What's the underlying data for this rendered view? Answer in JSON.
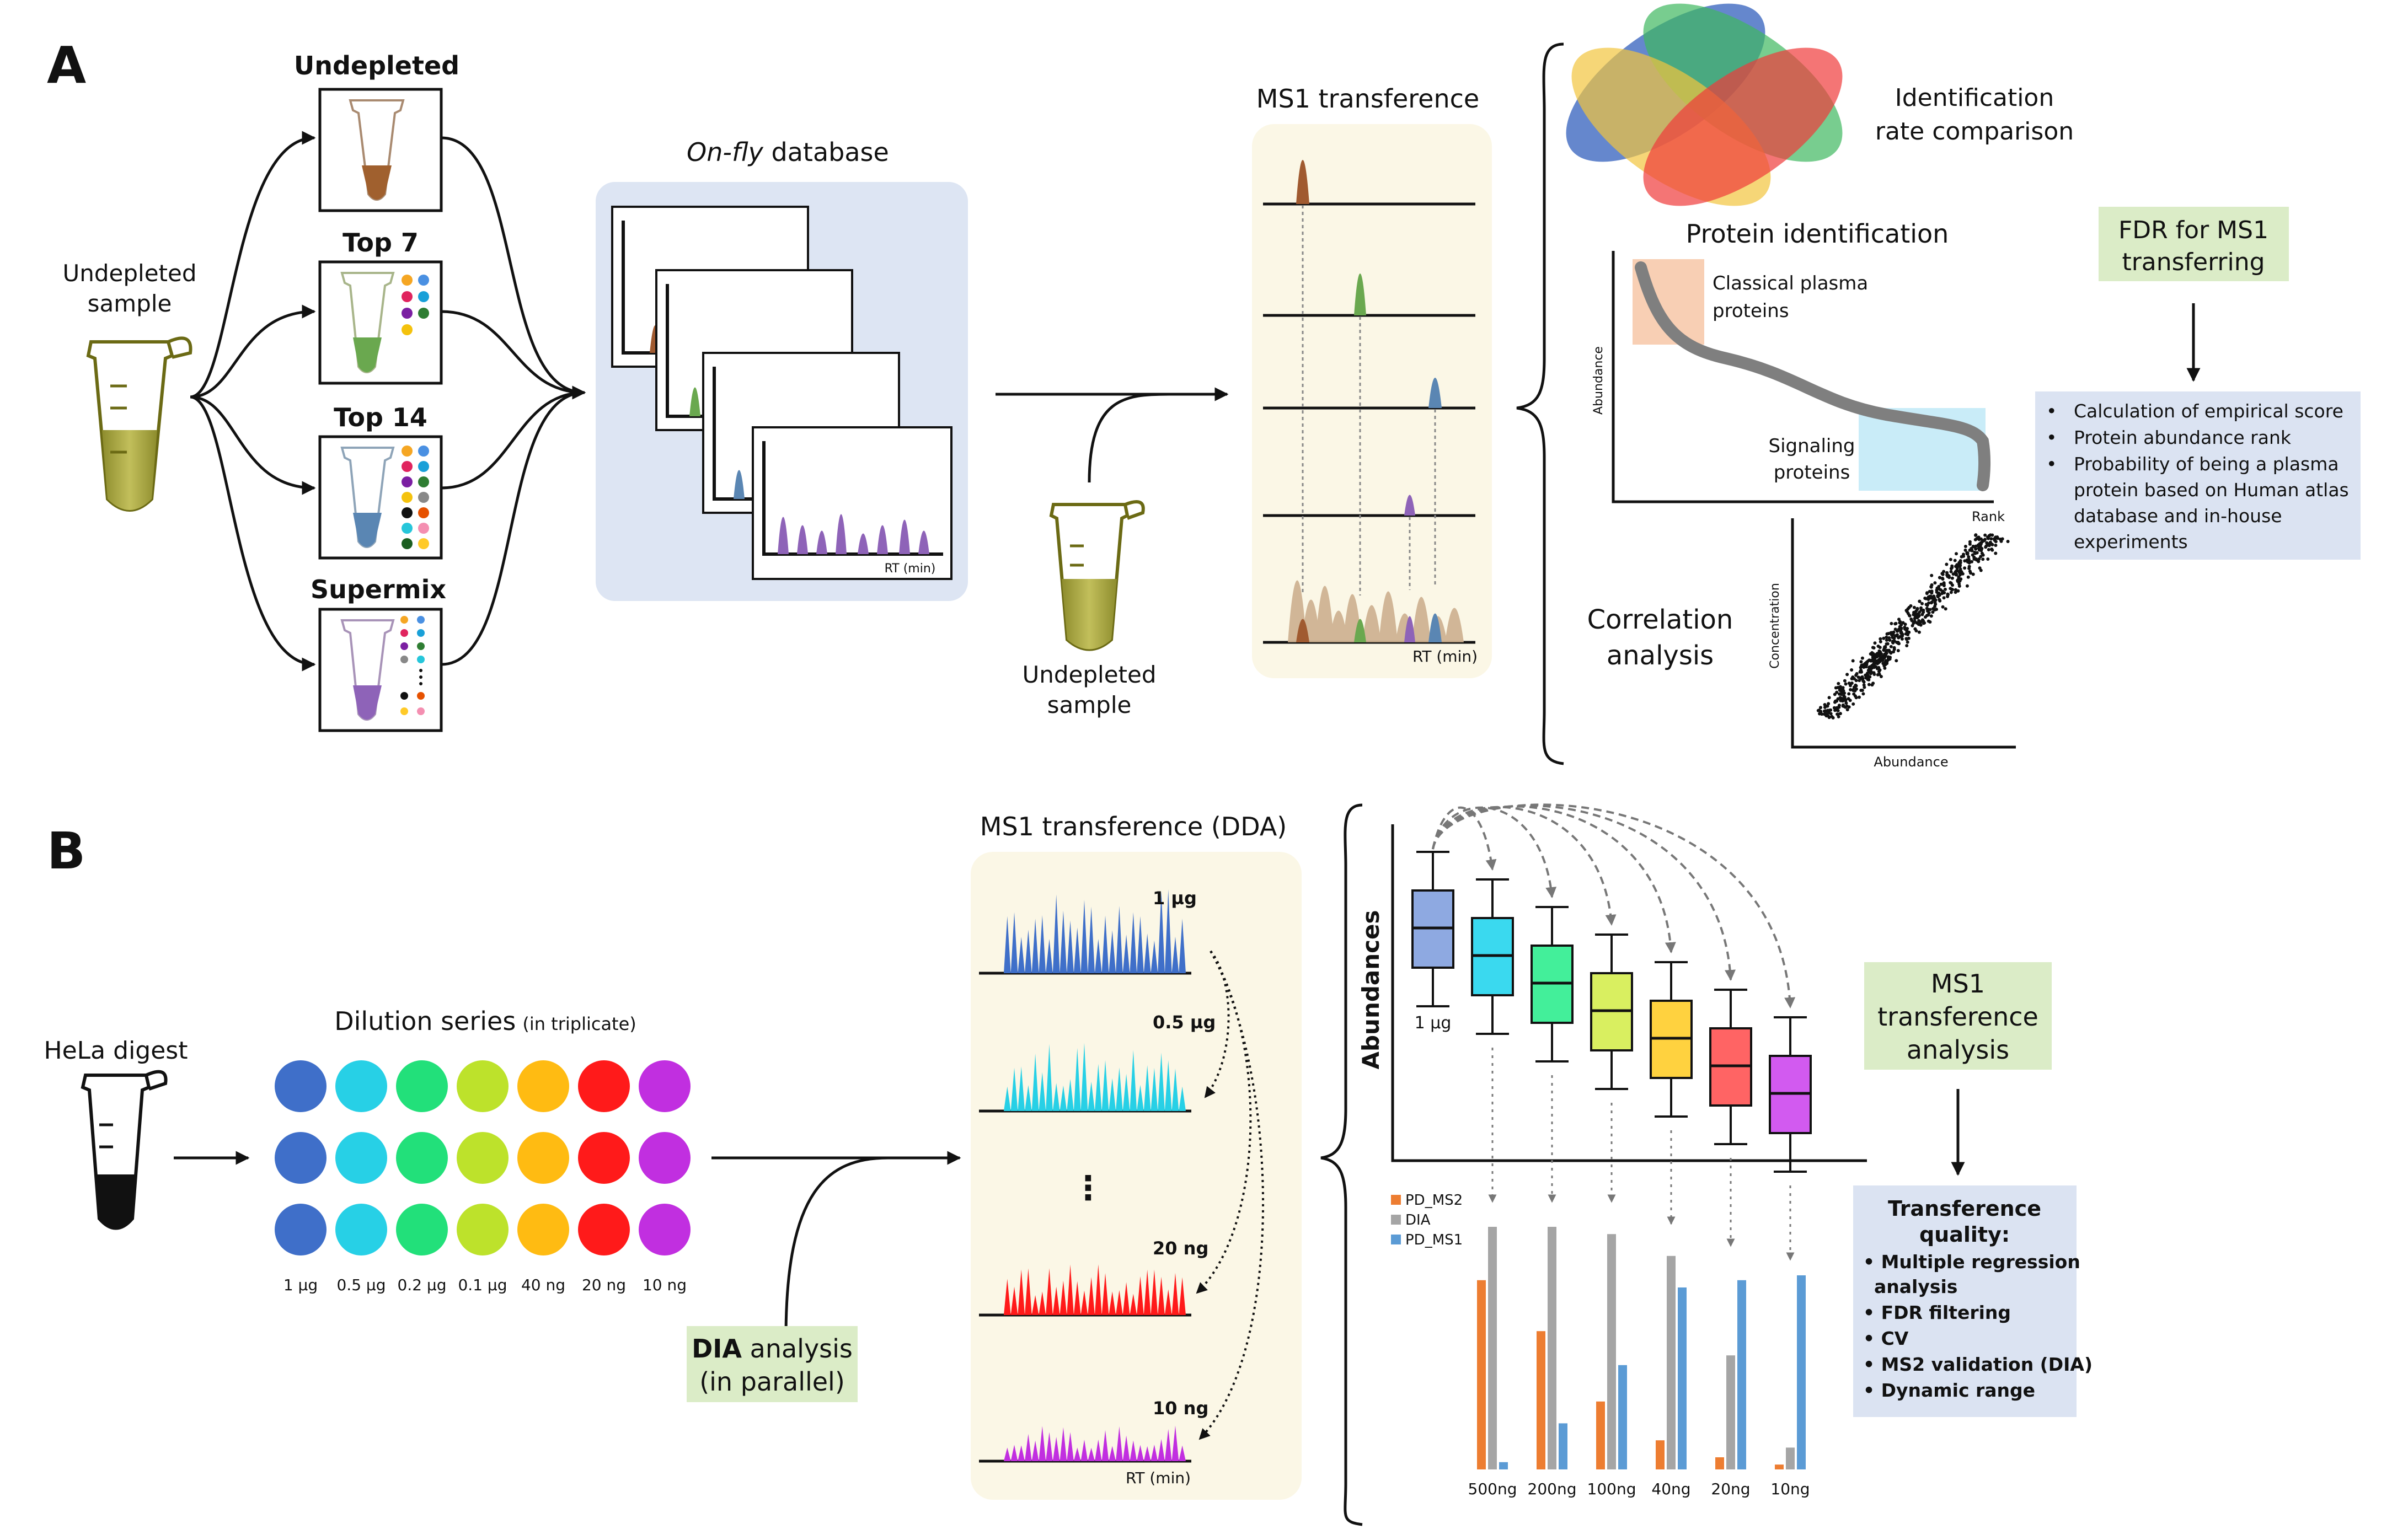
{
  "panel_a": {
    "label": "A",
    "sample_label_lines": [
      "Undepleted",
      "sample"
    ],
    "conditions": [
      "Undepleted",
      "Top 7",
      "Top 14",
      "Supermix"
    ],
    "database_title_italic": "On-fly",
    "database_title_rest": " database",
    "rt_label": "RT (min)",
    "undepleted_sample_lines": [
      "Undepleted",
      "sample"
    ],
    "ms1_title": "MS1  transference",
    "ms1_rt_label": "RT (min)",
    "identification_lines": [
      "Identification",
      "rate comparison"
    ],
    "protein_identification_title": "Protein identification",
    "classical_lines": [
      "Classical plasma",
      "proteins"
    ],
    "signaling_lines": [
      "Signaling",
      "proteins"
    ],
    "abundance_axis": "Abundance",
    "rank_axis": "Rank",
    "correlation_lines": [
      "Correlation",
      "analysis"
    ],
    "concentration_axis": "Concentration",
    "scatter_x_axis": "Abundance",
    "fdr_box_lines": [
      "FDR for MS1",
      "transferring"
    ],
    "fdr_bullets": [
      [
        "Calculation of empirical score"
      ],
      [
        "Protein abundance rank"
      ],
      [
        "Probability of being a plasma",
        "protein based on Human atlas",
        "database and in-house",
        "experiments"
      ]
    ]
  },
  "panel_b": {
    "label": "B",
    "hela_label": "HeLa digest",
    "dilution_title": "Dilution series",
    "dilution_note": "(in triplicate)",
    "dilution_levels": [
      "1 µg",
      "0.5 µg",
      "0.2 µg",
      "0.1 µg",
      "40 ng",
      "20 ng",
      "10 ng"
    ],
    "dia_bold": "DIA",
    "dia_rest": " analysis",
    "dia_line2": "(in parallel)",
    "ms1_dda_title": "MS1 transference (DDA)",
    "trace_labels": [
      "1 µg",
      "0.5 µg",
      "20 ng",
      "10 ng"
    ],
    "ellipsis": "⋮",
    "rt_label": "RT (min)",
    "abundances_axis": "Abundances",
    "box_first_label": "1 µg",
    "ms1_box_lines": [
      "MS1",
      "transference",
      "analysis"
    ],
    "quality_title_lines": [
      "Transference",
      "quality:"
    ],
    "quality_items": [
      [
        "• Multiple regression",
        "analysis"
      ],
      [
        "• FDR filtering"
      ],
      [
        "• CV"
      ],
      [
        "• MS2 validation (DIA)"
      ],
      [
        "• Dynamic range"
      ]
    ],
    "legend": [
      "PD_MS2",
      "DIA",
      "PD_MS1"
    ],
    "bar_categories": [
      "500ng",
      "200ng",
      "100ng",
      "40ng",
      "20ng",
      "10ng"
    ]
  },
  "colors": {
    "dilution": [
      "#3f6fc9",
      "#27d0e6",
      "#22e07a",
      "#bde22b",
      "#ffbb12",
      "#ff1a1a",
      "#c12fe0"
    ],
    "boxplot": [
      "#8ea9e1",
      "#3ad9ef",
      "#43ef9a",
      "#d9ef60",
      "#ffd23f",
      "#ff6464",
      "#d25af0"
    ],
    "bars": [
      "#ed7d31",
      "#a5a5a5",
      "#5b9bd5"
    ],
    "panel_fill": "#fbf7e6",
    "db_fill": "#dde5f3",
    "green_box": "#dbecc7",
    "blue_box": "#dbe3f2"
  },
  "chart_data": {
    "type": "bar",
    "categories": [
      "500ng",
      "200ng",
      "100ng",
      "40ng",
      "20ng",
      "10ng"
    ],
    "series": [
      {
        "name": "PD_MS2",
        "values": [
          0.78,
          0.57,
          0.28,
          0.12,
          0.05,
          0.02
        ]
      },
      {
        "name": "DIA",
        "values": [
          1.0,
          1.0,
          0.97,
          0.88,
          0.47,
          0.09
        ]
      },
      {
        "name": "PD_MS1",
        "values": [
          0.03,
          0.19,
          0.43,
          0.75,
          0.78,
          0.8
        ]
      }
    ],
    "ylim": [
      0,
      1.0
    ],
    "legend": "top-left",
    "grid": false
  }
}
